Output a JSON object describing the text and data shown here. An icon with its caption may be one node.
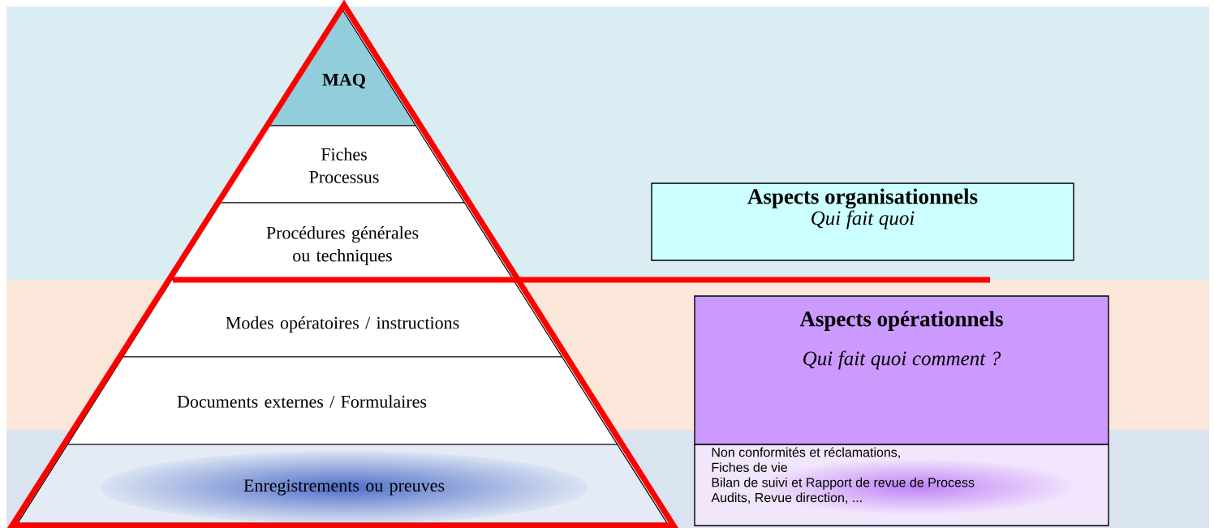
{
  "diagram": {
    "nodes": [
      {
        "text": [
          "MAQ"
        ]
      },
      {
        "text": [
          "Fiches Processus"
        ]
      },
      {
        "text": [
          "Procédures générales ou techniques"
        ]
      },
      {
        "text": [
          "Modes opératoires / instructions"
        ]
      },
      {
        "text": [
          "Documents externes / Formulaires"
        ]
      },
      {
        "text": [
          "Enregistrements ou preuves"
        ]
      },
      {
        "text": [
          "Aspects organisationnels",
          "Qui fait quoi"
        ]
      },
      {
        "text": [
          "Aspects opérationnels",
          "Qui fait quoi comment ?"
        ]
      },
      {
        "text": [
          "Non conformités et réclamations,",
          "Fiches de vie",
          "Bilan de suivi et Rapport de revue de Process",
          "Audits, Revue direction, ..."
        ]
      }
    ]
  }
}
